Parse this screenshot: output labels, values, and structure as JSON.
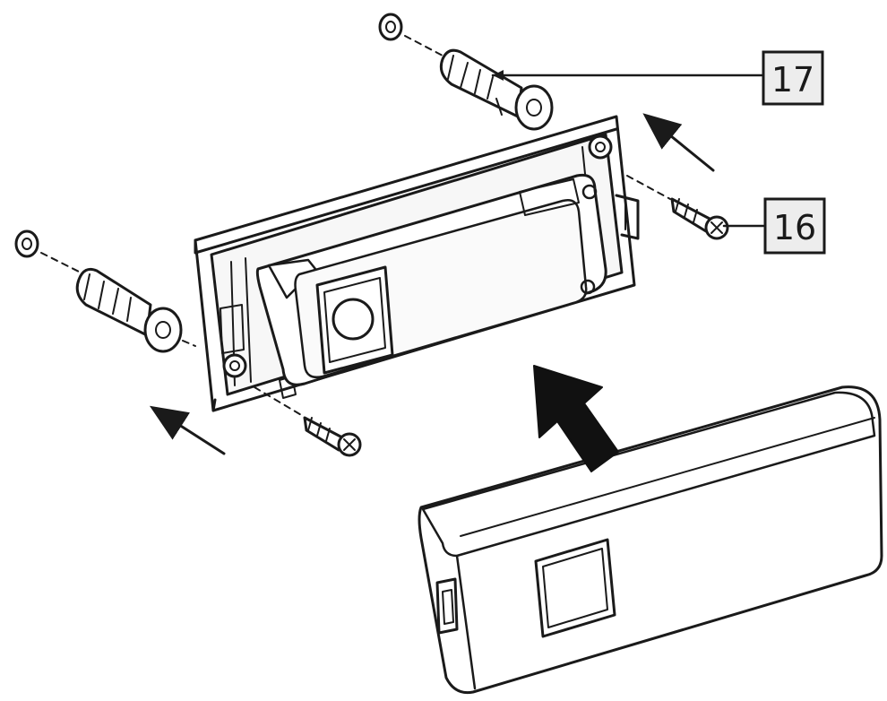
{
  "callouts": [
    {
      "id": "part-17",
      "number": "17"
    },
    {
      "id": "part-16",
      "number": "16"
    }
  ],
  "colors": {
    "line": "#1a1a1a",
    "fill": "#ffffff",
    "label_box": "#ededed",
    "inner_shade": "#f4f4f4"
  }
}
